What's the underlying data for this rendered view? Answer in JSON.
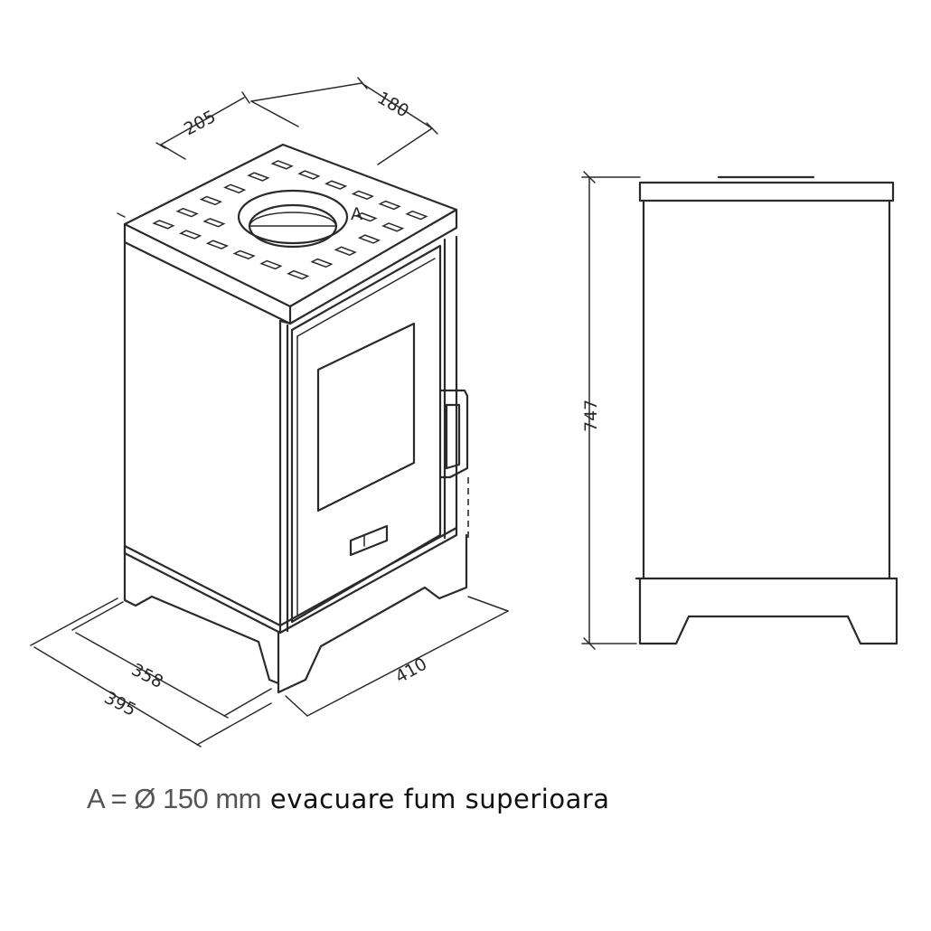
{
  "dimensions": {
    "top_depth": "205",
    "top_width": "180",
    "height": "747",
    "base_depth_inner": "358",
    "base_depth_outer": "395",
    "base_width": "410",
    "flue_marker": "A"
  },
  "caption": {
    "prefix": "A = Ø 150 mm",
    "text": "evacuare fum superioara"
  }
}
